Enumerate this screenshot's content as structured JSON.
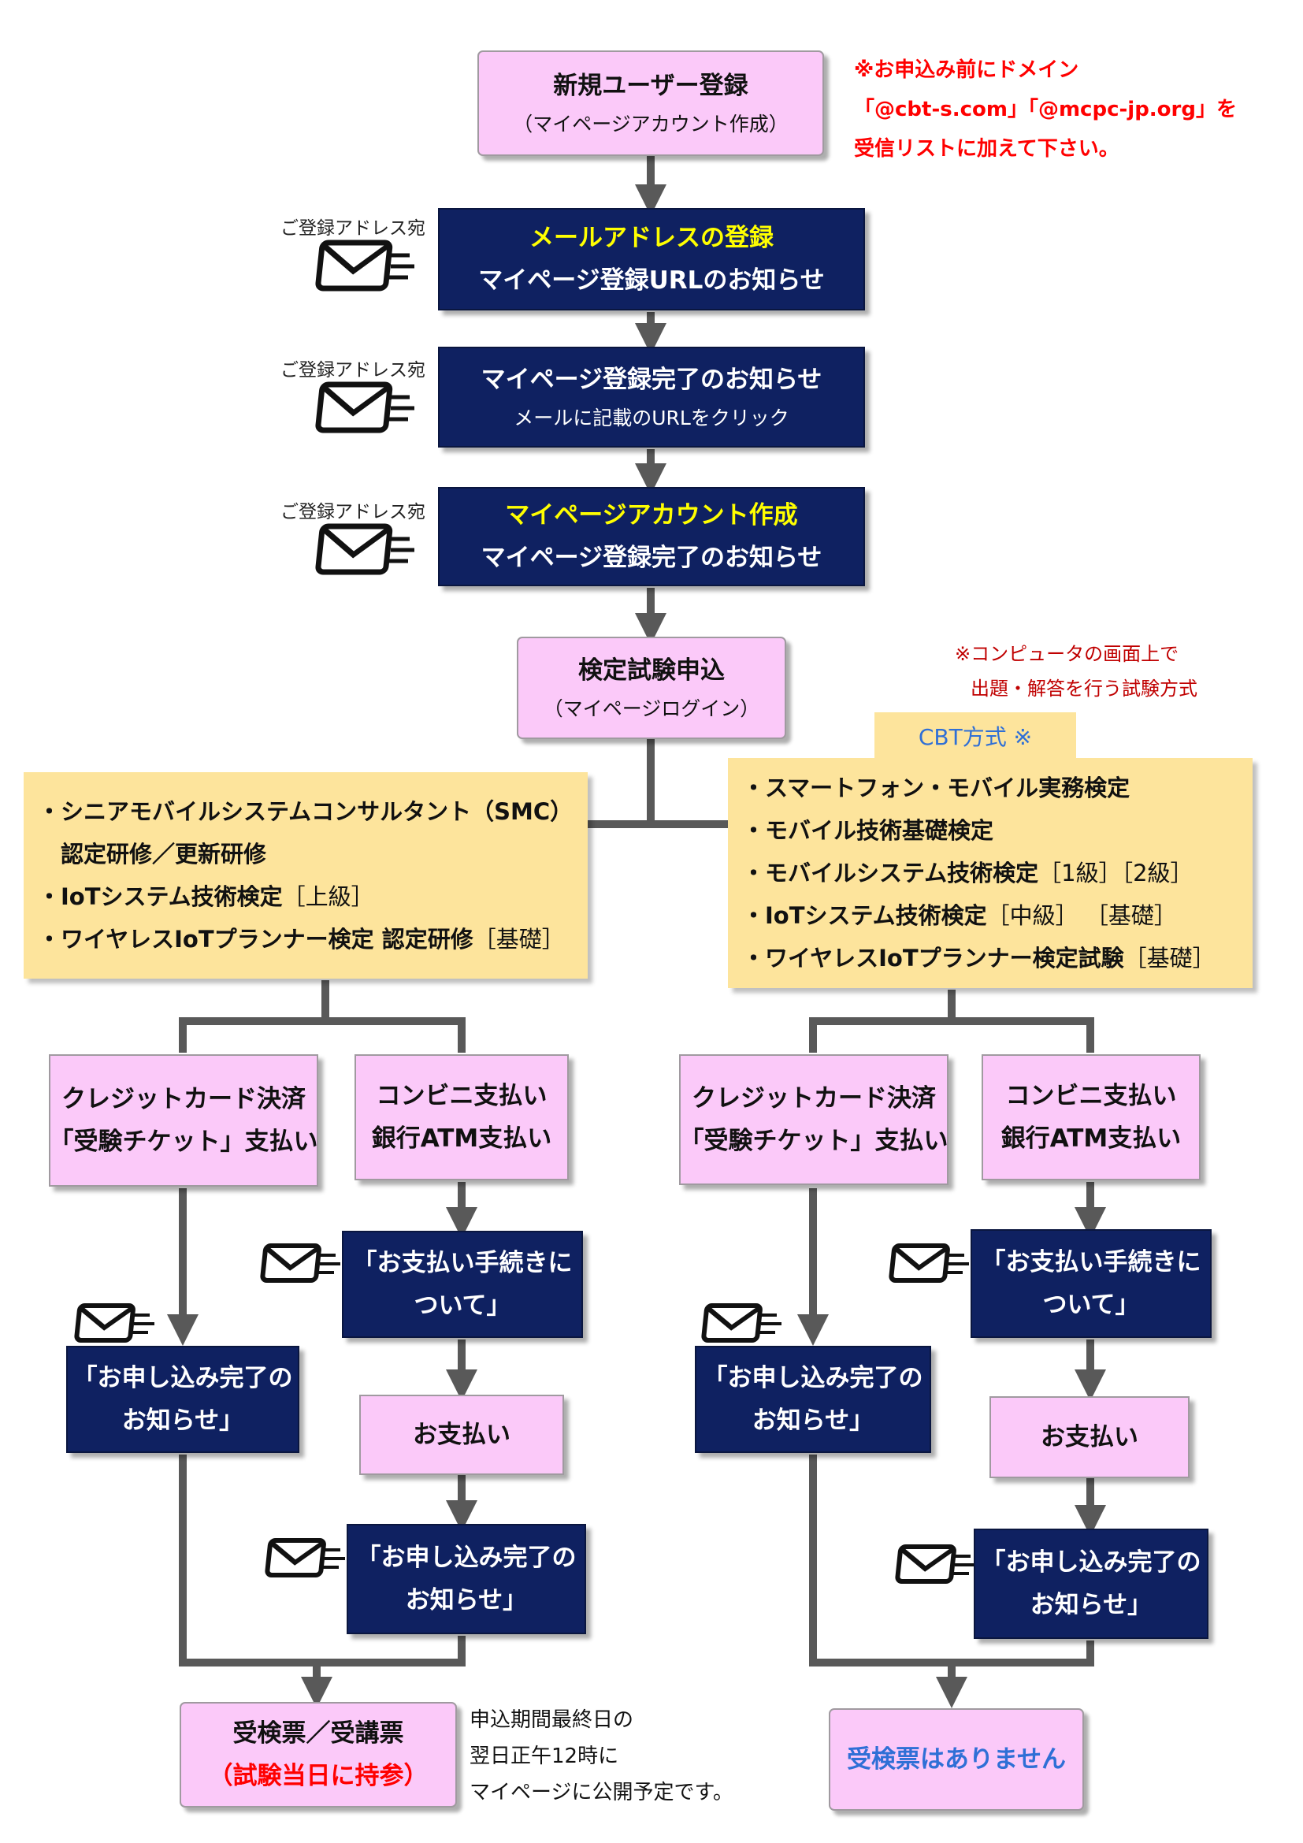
{
  "register": {
    "title": "新規ユーザー登録",
    "subtitle": "（マイページアカウント作成）"
  },
  "domain_note": {
    "line1": "※お申込み前にドメイン",
    "line2": "「@cbt-s.com」「@mcpc-jp.org」を",
    "line3": "受信リストに加えて下さい。"
  },
  "email_label": "ご登録アドレス宛",
  "step1": {
    "line1": "メールアドレスの登録",
    "line2": "マイページ登録URLのお知らせ"
  },
  "step2": {
    "line1": "マイページ登録完了のお知らせ",
    "line2": "メールに記載のURLをクリック"
  },
  "step3": {
    "line1": "マイページアカウント作成",
    "line2": "マイページ登録完了のお知らせ"
  },
  "apply": {
    "title": "検定試験申込",
    "subtitle": "（マイページログイン）"
  },
  "cbt_note": {
    "line1": "※コンピュータの画面上で",
    "line2": "出題・解答を行う試験方式"
  },
  "cbt_label": "CBT方式 ※",
  "left_exams": [
    {
      "bold": "・シニアモバイルシステムコンサルタント（SMC）",
      "normal": ""
    },
    {
      "bold": "　認定研修／更新研修",
      "normal": ""
    },
    {
      "bold": "・IoTシステム技術検定",
      "normal": "［上級］"
    },
    {
      "bold": "・ワイヤレスIoTプランナー検定 認定研修",
      "normal": "［基礎］"
    }
  ],
  "right_exams": [
    {
      "bold": "・スマートフォン・モバイル実務検定",
      "normal": ""
    },
    {
      "bold": "・モバイル技術基礎検定",
      "normal": ""
    },
    {
      "bold": "・モバイルシステム技術検定",
      "normal": "［1級］［2級］"
    },
    {
      "bold": "・IoTシステム技術検定",
      "normal": "［中級］ ［基礎］"
    },
    {
      "bold": "・ワイヤレスIoTプランナー検定試験",
      "normal": "［基礎］"
    }
  ],
  "pay_card": {
    "line1": "クレジットカード決済",
    "line2": "「受験チケット」支払い"
  },
  "pay_conv": {
    "line1": "コンビニ支払い",
    "line2": "銀行ATM支払い"
  },
  "pay_proc": {
    "line1": "「お支払い手続きに",
    "line2": "ついて」"
  },
  "complete": {
    "line1": "「お申し込み完了の",
    "line2": "お知らせ」"
  },
  "pay": "お支払い",
  "ticket": {
    "line1": "受検票／受講票",
    "line2": "（試験当日に持参）"
  },
  "ticket_note": {
    "line1": "申込期間最終日の",
    "line2": "翌日正午12時に",
    "line3": "マイページに公開予定です。"
  },
  "no_ticket": "受検票はありません",
  "colors": {
    "pink": "#fbc9f9",
    "navy": "#0f2161",
    "yellow": "#fde49c",
    "arrow": "#595959",
    "red": "#ff0000",
    "highlight": "#ffff00",
    "blue": "#2f6fd6"
  }
}
